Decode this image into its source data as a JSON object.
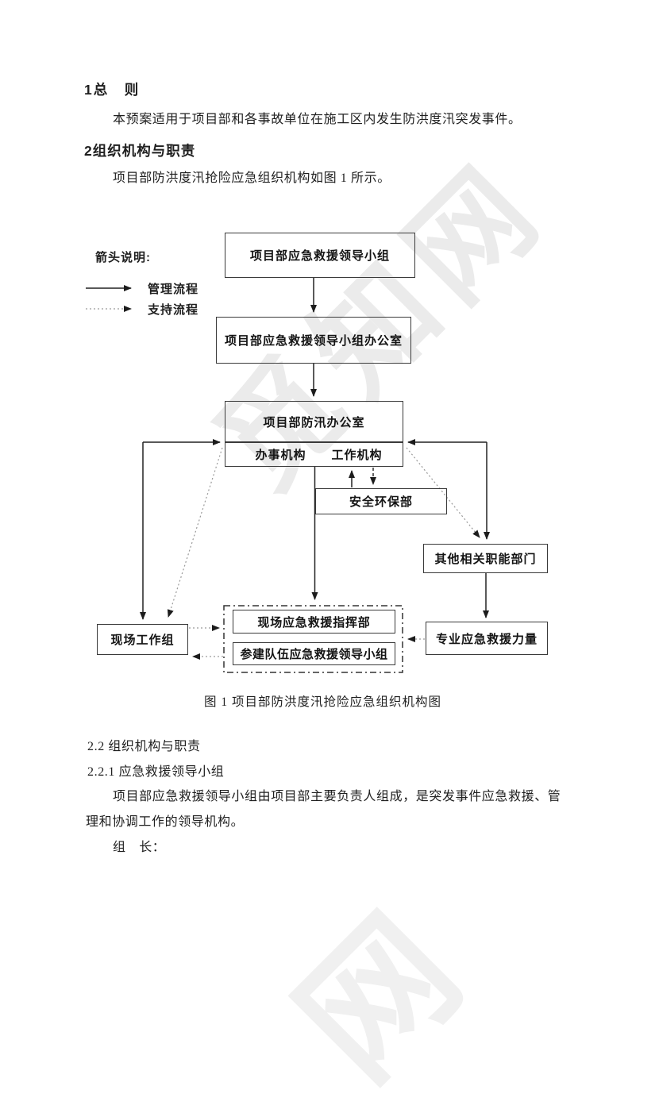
{
  "doc": {
    "h1": "1总　则",
    "p1": "本预案适用于项目部和各事故单位在施工区内发生防洪度汛突发事件。",
    "h2": "2组织机构与职责",
    "p2": "项目部防洪度汛抢险应急组织机构如图 1 所示。",
    "figure_caption": "图 1  项目部防洪度汛抢险应急组织机构图",
    "s22": "2.2 组织机构与职责",
    "s221": "2.2.1 应急救援领导小组",
    "s221_line1": "项目部应急救援领导小组由项目部主要负责人组成，是突发事件应急救援、管",
    "s221_line2": "理和协调工作的领导机构。",
    "leader_label": "组　长："
  },
  "legend": {
    "title": "箭头说明:",
    "items": [
      {
        "style": "solid",
        "label": "管理流程"
      },
      {
        "style": "dotted",
        "label": "支持流程"
      }
    ]
  },
  "diagram": {
    "nodes": {
      "leader_group": "项目部应急救援领导小组",
      "leader_office": "项目部应急救援领导小组办公室",
      "flood_office": "项目部防汛办公室",
      "admin_body": "办事机构",
      "work_body": "工作机构",
      "safety_dept": "安全环保部",
      "other_depts": "其他相关职能部门",
      "site_team": "现场工作组",
      "site_command": "现场应急救援指挥部",
      "team_group": "参建队伍应急救援领导小组",
      "pro_rescue": "专业应急救援力量"
    }
  },
  "watermark": {
    "text": "觅知网",
    "partial": "网"
  },
  "colors": {
    "line": "#222222",
    "support_line": "#9a9a9a",
    "box_border": "#3a3a3a",
    "watermark": "#ebebeb"
  }
}
